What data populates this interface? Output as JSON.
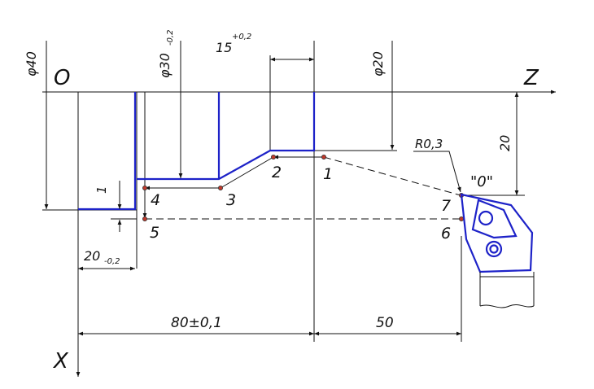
{
  "colors": {
    "contour": "#1d22c8",
    "lines": "#111111",
    "points": "#c0392b"
  },
  "axes": {
    "origin": "O",
    "z_label": "Z",
    "x_label": "X"
  },
  "dimensions": {
    "d40": "φ40",
    "d30": "φ30",
    "d30_tol": "-0,2",
    "len15": "15",
    "len15_tol": "+0,2",
    "d20": "φ20",
    "r03": "R0,3",
    "depth1": "1",
    "len20": "20",
    "len20_tol": "-0,2",
    "len80": "80±0,1",
    "len50": "50",
    "h20": "20"
  },
  "tool_zero_label": "\"0\"",
  "points": [
    "1",
    "2",
    "3",
    "4",
    "5",
    "6",
    "7"
  ]
}
